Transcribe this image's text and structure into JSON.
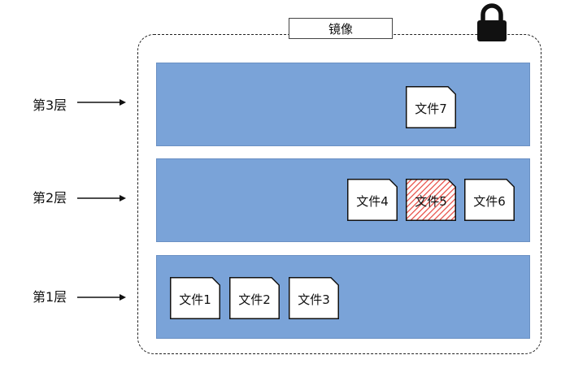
{
  "image": {
    "title": "镜像",
    "lock_icon": "padlock-icon"
  },
  "layers": [
    {
      "label": "第3层",
      "files": [
        {
          "name": "文件7",
          "state": "normal"
        }
      ]
    },
    {
      "label": "第2层",
      "files": [
        {
          "name": "文件4",
          "state": "normal"
        },
        {
          "name": "文件5",
          "state": "hatched-red"
        },
        {
          "name": "文件6",
          "state": "normal"
        }
      ]
    },
    {
      "label": "第1层",
      "files": [
        {
          "name": "文件1",
          "state": "normal"
        },
        {
          "name": "文件2",
          "state": "normal"
        },
        {
          "name": "文件3",
          "state": "normal"
        }
      ]
    }
  ],
  "colors": {
    "layer_fill": "#7aa3d8",
    "file_fill": "#ffffff",
    "hatch": "#e8473f"
  }
}
